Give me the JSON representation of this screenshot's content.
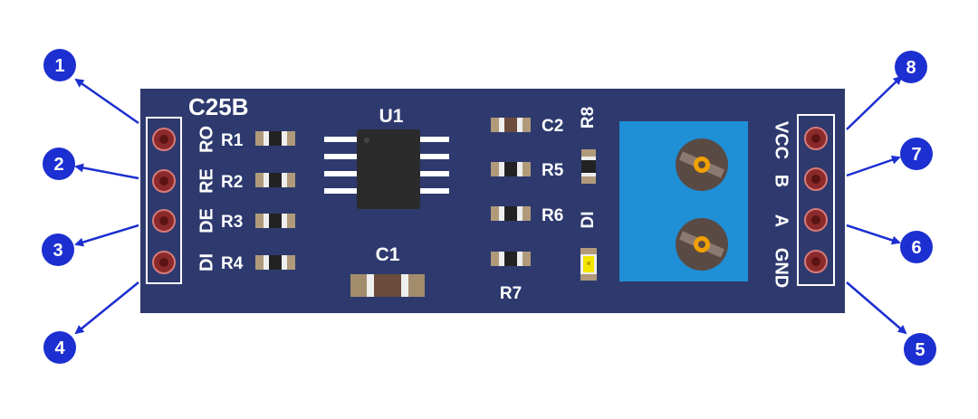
{
  "board": {
    "label": "C25B",
    "colors": {
      "pcb": "#2e3a6e",
      "silk": "#ffffff",
      "terminal_block": "#1f8fd6",
      "callout": "#1c2fd0",
      "pad": "#8a2a2a",
      "led": "#f5e400"
    }
  },
  "chip": {
    "label": "U1"
  },
  "capacitor_large": {
    "label": "C1"
  },
  "left_header": {
    "pins": [
      {
        "label": "RO",
        "resistor": "R1",
        "callout": "1"
      },
      {
        "label": "RE",
        "resistor": "R2",
        "callout": "2"
      },
      {
        "label": "DE",
        "resistor": "R3",
        "callout": "3"
      },
      {
        "label": "DI",
        "resistor": "R4",
        "callout": "4"
      }
    ]
  },
  "middle_components": {
    "c2": "C2",
    "r5": "R5",
    "r6": "R6",
    "r7": "R7",
    "r8": "R8",
    "led_label": "DI"
  },
  "right_header": {
    "pins": [
      {
        "label": "VCC",
        "callout": "8"
      },
      {
        "label": "B",
        "callout": "7"
      },
      {
        "label": "A",
        "callout": "6"
      },
      {
        "label": "GND",
        "callout": "5"
      }
    ]
  }
}
